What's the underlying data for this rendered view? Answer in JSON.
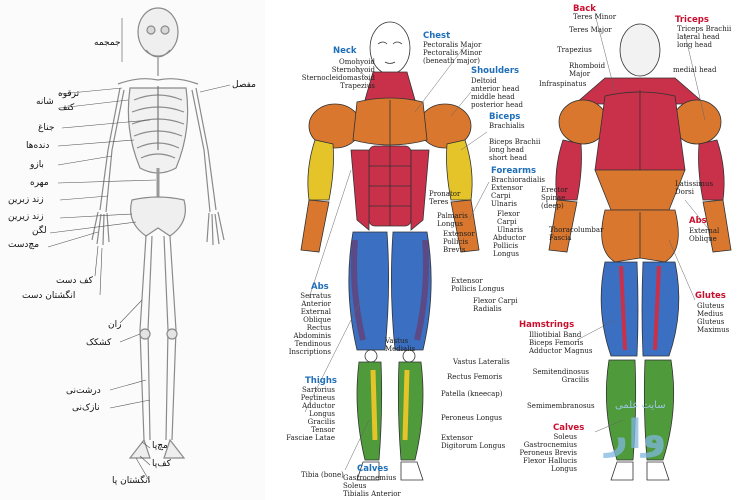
{
  "colors": {
    "blue_heading": "#1f6fb8",
    "red_heading": "#c8102e",
    "muscle_orange": "#d9772f",
    "muscle_red": "#c9304a",
    "muscle_blue": "#3a6fc1",
    "muscle_green": "#4f9a3a",
    "muscle_yellow": "#e5c42a",
    "muscle_purple": "#5b4a86",
    "watermark": "#7fb8e0"
  },
  "skeleton": {
    "labels": {
      "skull": "جمجمه",
      "joint": "مفصل",
      "clavicle": "ترقوه",
      "shoulder": "شانه",
      "scapula": "کتف",
      "sternum": "جناغ",
      "ribs": "دنده‌ها",
      "arm": "بازو",
      "vertebra": "مهره",
      "radius": "زند زبرین",
      "ulna": "زند زیرین",
      "pelvis": "لگن",
      "wrist": "مچ‌دست",
      "palm": "کف دست",
      "fingers": "انگشتان دست",
      "thigh": "ران",
      "kneecap": "کشکک",
      "tibia": "درشت‌نی",
      "fibula": "نازک‌نی",
      "ankle": "مچ‌پا",
      "sole": "کف‌پا",
      "toes": "انگشتان پا"
    }
  },
  "muscles": {
    "groups": {
      "neck": "Neck",
      "chest": "Chest",
      "shoulders": "Shoulders",
      "biceps": "Biceps",
      "forearms": "Forearms",
      "abs_front": "Abs",
      "thighs": "Thighs",
      "calves_front": "Calves",
      "back": "Back",
      "triceps": "Triceps",
      "abs_back": "Abs",
      "glutes": "Glutes",
      "hamstrings": "Hamstrings",
      "calves_back": "Calves"
    },
    "labels": {
      "neck": "Omohyoid\nSternohyoid\nSternocleidomastoid\nTrapezius",
      "chest": "Pectoralis Major\nPectoralis Minor\n(beneath major)",
      "shoulders": "Deltoid\nanterior head\nmiddle head\nposterior head",
      "biceps": "Brachialis\n\nBiceps Brachii\nlong head\nshort head",
      "forearms": "Brachioradialis\nExtensor\nCarpi\nUlnaris",
      "pronator": "Pronator\nTeres",
      "palmaris": "Palmaris\nLongus",
      "ext_pollicis_brevis": "Extensor\nPollicis\nBrevis",
      "flexor_carpi_ulnaris": "Flexor\nCarpi\nUlnaris",
      "abductor": "Abductor\nPollicis\nLongus",
      "ext_pollicis_longus": "Extensor\nPollicis Longus",
      "flexor_carpi_radialis": "Flexor Carpi\nRadialis",
      "abs_front": "Serratus\nAnterior\nExternal\nOblique\nRectus\nAbdominis\nTendinous\nInscriptions",
      "vastus_medialis": "Vastus\nMedialis",
      "vastus_lateralis": "Vastus Lateralis",
      "rectus_femoris": "Rectus Femoris",
      "patella": "Patella (kneecap)",
      "peroneus_longus": "Peroneus Longus",
      "ext_digitorum": "Extensor\nDigitorum Longus",
      "thighs": "Sartorius\nPectineus\nAdductor\nLongus\nGracilis\nTensor\nFasciae Latae",
      "tibia": "Tibia (bone)",
      "calves_front": "Gastrocnemius\nSoleus\nTibialis Anterior",
      "back": "Teres Minor",
      "teres_major": "Teres Major",
      "trapezius": "Trapezius",
      "rhomboid": "Rhomboid\nMajor",
      "infraspinatus": "Infraspinatus",
      "triceps": "Triceps Brachii\nlateral head\nlong head",
      "medial_head": "medial head",
      "latissimus": "Latissimus\nDorsi",
      "erector": "Erector\nSpinae\n(deep)",
      "thoracolumbar": "Thoracolumbar\nFascia",
      "abs_back": "External\nOblique",
      "glutes": "Gluteus\nMedius\nGluteus\nMaximus",
      "hamstrings": "Illiotibial Band\nBiceps Femoris\nAdductor Magnus",
      "semitendinosus": "Semitendinosus\nGracilis",
      "semimembranosus": "Semimembranosus",
      "calves_back": "Soleus\nGastrocnemius\nPeroneus Brevis\nFlexor Hallucis Longus"
    }
  },
  "watermark": {
    "title": "سایت علمی",
    "brand": "وار"
  }
}
